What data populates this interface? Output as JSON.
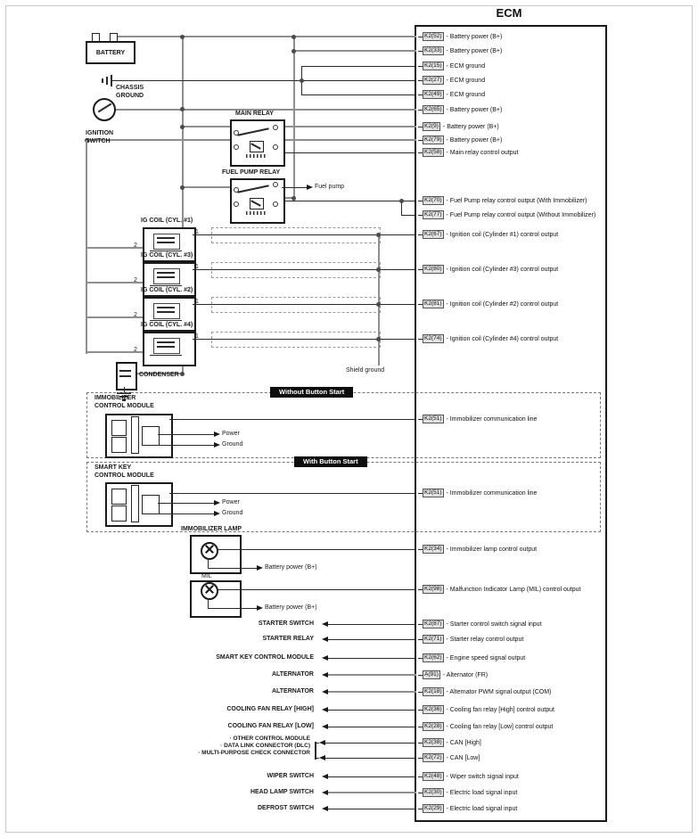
{
  "title": "ECM",
  "ecm": {
    "pins": [
      {
        "pin": "K2(52)",
        "desc": "Battery power (B+)"
      },
      {
        "pin": "K2(33)",
        "desc": "Battery power (B+)"
      },
      {
        "pin": "K2(15)",
        "desc": "ECM ground"
      },
      {
        "pin": "K2(27)",
        "desc": "ECM ground"
      },
      {
        "pin": "K2(49)",
        "desc": "ECM ground"
      },
      {
        "pin": "K2(65)",
        "desc": "Battery power (B+)"
      },
      {
        "pin": "K2(9)",
        "desc": "Battery power (B+)"
      },
      {
        "pin": "K2(79)",
        "desc": "Battery power (B+)"
      },
      {
        "pin": "K2(58)",
        "desc": "Main relay control output"
      },
      {
        "pin": "K2(70)",
        "desc": "Fuel Pump relay control output (With Immobilizer)"
      },
      {
        "pin": "K2(77)",
        "desc": "Fuel Pump relay control output (Without Immobilizer)"
      },
      {
        "pin": "K2(67)",
        "desc": "Ignition coil (Cylinder #1) control output"
      },
      {
        "pin": "K2(80)",
        "desc": "Ignition coil (Cylinder #3) control output"
      },
      {
        "pin": "K2(81)",
        "desc": "Ignition coil (Cylinder #2) control output"
      },
      {
        "pin": "K2(74)",
        "desc": "Ignition coil (Cylinder #4) control output"
      },
      {
        "pin": "K2(51)",
        "desc": "Immobilizer communication line"
      },
      {
        "pin": "K2(51)",
        "desc": "Immobilizer communication line"
      },
      {
        "pin": "K2(34)",
        "desc": "Immobilizer lamp control output"
      },
      {
        "pin": "K2(98)",
        "desc": "Malfunction Indicator Lamp (MIL) control output"
      },
      {
        "pin": "K2(87)",
        "desc": "Starter control switch signal input"
      },
      {
        "pin": "K2(71)",
        "desc": "Starter relay control output"
      },
      {
        "pin": "K2(62)",
        "desc": "Engine speed signal output"
      },
      {
        "pin": "A(91)",
        "desc": "Alternator (FR)"
      },
      {
        "pin": "K2(18)",
        "desc": "Alternator PWM signal output (COM)"
      },
      {
        "pin": "K2(36)",
        "desc": "Cooling fan relay [High] control output"
      },
      {
        "pin": "K2(28)",
        "desc": "Cooling fan relay [Low] control output"
      },
      {
        "pin": "K2(38)",
        "desc": "CAN [High]"
      },
      {
        "pin": "K2(72)",
        "desc": "CAN [Low]"
      },
      {
        "pin": "K2(48)",
        "desc": "Wiper switch signal input"
      },
      {
        "pin": "K2(30)",
        "desc": "Electric load signal input"
      },
      {
        "pin": "K2(29)",
        "desc": "Electric load signal input"
      }
    ]
  },
  "components": {
    "battery": "BATTERY",
    "chassis_ground_1": "CHASSIS",
    "chassis_ground_2": "GROUND",
    "ignition_switch_1": "IGNITION",
    "ignition_switch_2": "SWITCH",
    "main_relay": "MAIN RELAY",
    "fuel_pump_relay": "FUEL PUMP RELAY",
    "fuel_pump": "Fuel pump",
    "ig_coil_1": "IG COIL (CYL. #1)",
    "ig_coil_3": "IG COIL (CYL. #3)",
    "ig_coil_2": "IG COIL (CYL. #2)",
    "ig_coil_4": "IG COIL (CYL. #4)",
    "coil_pin_2": "2",
    "coil_pin_1": "1",
    "condenser": "CONDENSER",
    "shield_ground": "Shield ground",
    "banner_without": "Without Button Start",
    "banner_with": "With Button Start",
    "immobilizer_module_1": "IMMOBILIZER",
    "immobilizer_module_2": "CONTROL MODULE",
    "smart_key_module_1": "SMART KEY",
    "smart_key_module_2": "CONTROL MODULE",
    "power_label": "Power",
    "ground_label": "Ground",
    "immobilizer_lamp": "IMMOBILIZER LAMP",
    "mil": "MIL",
    "battery_power": "Battery power (B+)"
  },
  "left": {
    "labels": [
      "STARTER SWITCH",
      "STARTER RELAY",
      "SMART KEY CONTROL MODULE",
      "ALTERNATOR",
      "ALTERNATOR",
      "COOLING FAN RELAY [HIGH]",
      "COOLING FAN RELAY [LOW]",
      "WIPER SWITCH",
      "HEAD LAMP SWITCH",
      "DEFROST SWITCH"
    ],
    "can_group": [
      "· OTHER CONTROL MODULE",
      "· DATA LINK CONNECTOR (DLC)",
      "· MULTI-PURPOSE CHECK CONNECTOR"
    ]
  }
}
